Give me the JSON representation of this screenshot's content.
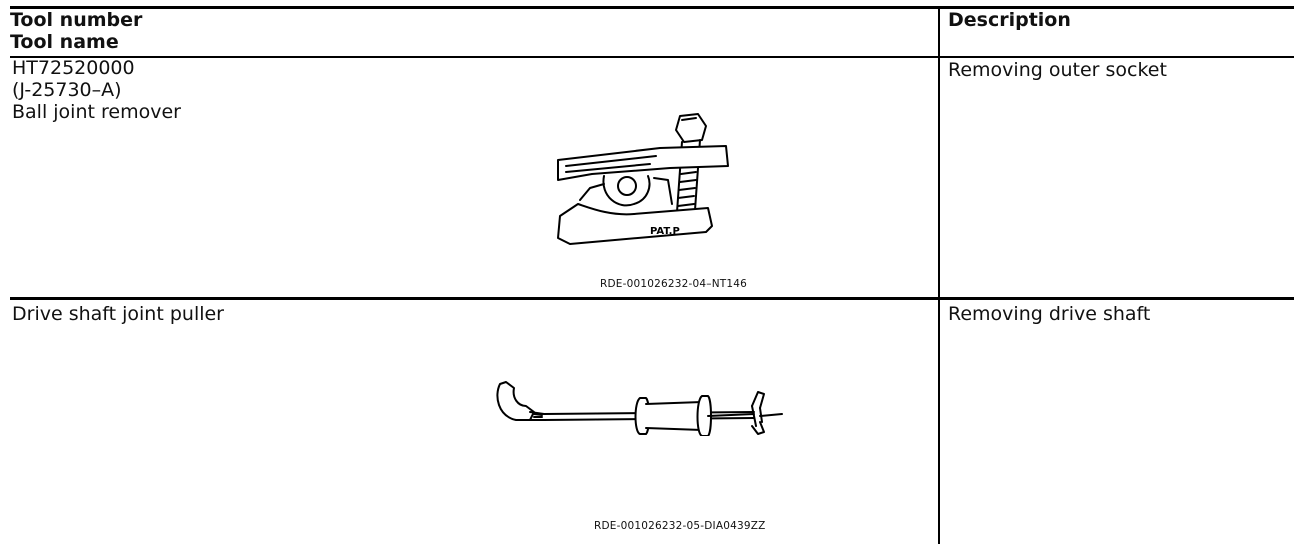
{
  "header": {
    "col1_line1": "Tool number",
    "col1_line2": "Tool name",
    "col2": "Description"
  },
  "rows": [
    {
      "tool_number": "HT72520000",
      "alt_number": "(J-25730–A)",
      "tool_name": "Ball joint remover",
      "figure_label": "PAT.P",
      "figure_caption": "RDE-001026232-04–NT146",
      "figure_icon": "ball-joint-remover-illustration",
      "description": "Removing outer socket"
    },
    {
      "tool_name": "Drive shaft joint puller",
      "figure_caption": "RDE-001026232-05-DIA0439ZZ",
      "figure_icon": "drive-shaft-joint-puller-illustration",
      "description": "Removing drive shaft"
    }
  ]
}
